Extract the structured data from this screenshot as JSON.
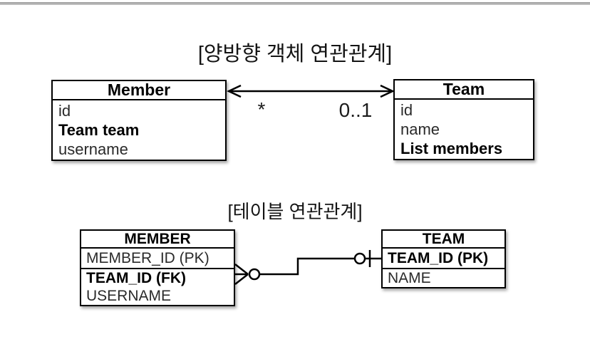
{
  "colors": {
    "line": "#000000",
    "top_rule": "#aaaaaa",
    "background": "#ffffff"
  },
  "object_diagram": {
    "title": "[양방향 객체 연관관계]",
    "member_class": {
      "name": "Member",
      "attributes": [
        "id",
        "Team team",
        "username"
      ]
    },
    "association": {
      "member_end": "*",
      "team_end": "0..1"
    },
    "team_class": {
      "name": "Team",
      "attributes": [
        "id",
        "name",
        "List members"
      ]
    }
  },
  "table_diagram": {
    "title": "[테이블 연관관계]",
    "member_table": {
      "name": "MEMBER",
      "primary_key": "MEMBER_ID (PK)",
      "columns": [
        "TEAM_ID (FK)",
        "USERNAME"
      ]
    },
    "team_table": {
      "name": "TEAM",
      "primary_key": "TEAM_ID (PK)",
      "columns": [
        "NAME"
      ]
    }
  }
}
